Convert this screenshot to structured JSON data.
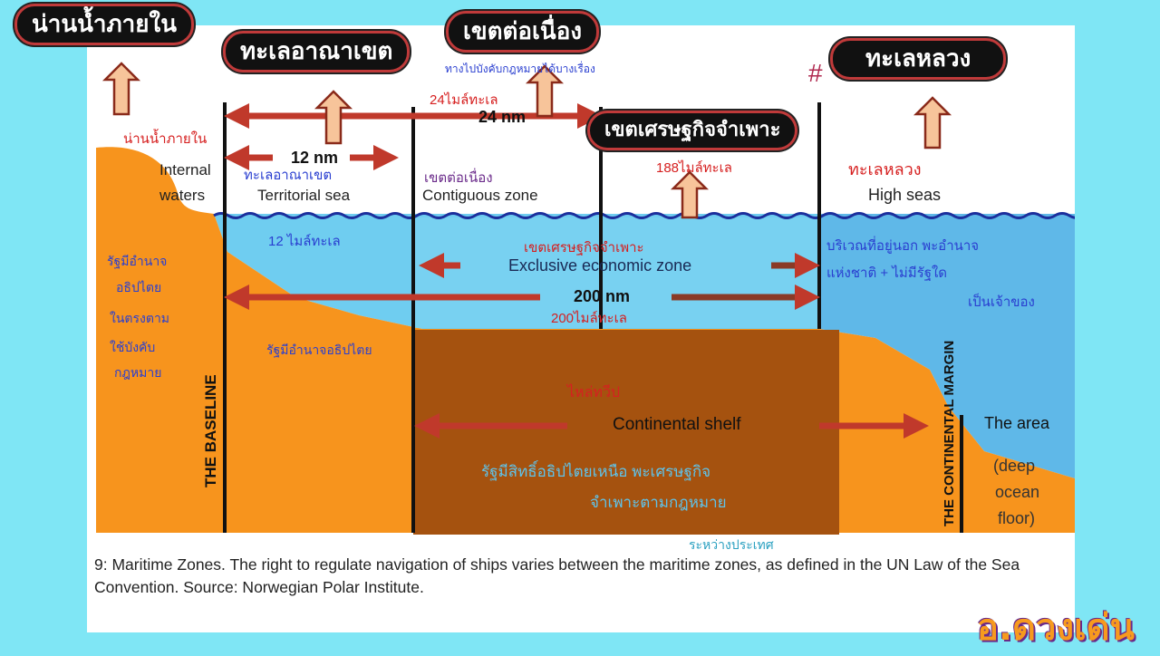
{
  "labels": {
    "internal_thai": "น่านน้ำภายใน",
    "territorial_thai": "ทะเลอาณาเขต",
    "contiguous_thai": "เขตต่อเนื่อง",
    "eez_thai": "เขตเศรษฐกิจจำเพาะ",
    "high_seas_thai": "ทะเลหลวง",
    "internal_waters_line1": "Internal",
    "internal_waters_line2": "waters",
    "territorial_sea": "Territorial sea",
    "contiguous_zone": "Contiguous zone",
    "high_seas": "High seas",
    "eez": "Exclusive economic zone",
    "continental_shelf": "Continental shelf",
    "the_area": "The area",
    "deep_ocean_1": "(deep",
    "deep_ocean_2": "ocean",
    "deep_ocean_3": "floor)",
    "baseline": "THE BASELINE",
    "continental_margin": "THE CONTINENTAL MARGIN",
    "nm_12": "12 nm",
    "nm_24": "24 nm",
    "nm_200": "200 nm"
  },
  "annotations": {
    "a1": "น่านน้ำภายใน",
    "a2": "ทะเลอาณาเขต",
    "a3": "เขตต่อเนื่อง",
    "a4": "24ไมล์ทะเล",
    "a5": "188ไมล์ทะเล",
    "a6": "ทะเลหลวง",
    "a7": "12 ไมล์ทะเล",
    "a8": "เขตเศรษฐกิจจำเพาะ",
    "a9": "200ไมล์ทะเล",
    "a10": "รัฐมีอำนาจอธิปไตย",
    "a11": "ไหล่ทวีป",
    "a12": "รัฐมีสิทธิ์อธิปไตยเหนือ พะเศรษฐกิจ",
    "a13": "จำเพาะตามกฎหมาย",
    "a14": "ระหว่างประเทศ",
    "a15": "บริเวณที่อยู่นอก พะอำนาจ",
    "a16": "แห่งชาติ + ไม่มีรัฐใด",
    "a17": "เป็นเจ้าของ",
    "a18": "รัฐมีอำนาจ",
    "a19": "อธิปไตย",
    "a20": "ในตรงตาม",
    "a21": "ใช้บังคับ",
    "a22": "กฎหมาย",
    "a23": "ทางไปบังคับกฎหมายได้บางเรื่อง",
    "hash": "#"
  },
  "caption": "9: Maritime Zones. The right to regulate navigation of ships varies between the maritime zones, as defined in the UN Law of the Sea Convention. Source: Norwegian Polar Institute.",
  "brand": "อ.ดวงเด่น",
  "colors": {
    "background": "#7fe6f5",
    "land": "#f7941d",
    "shelf": "#a5520f",
    "sea": "#5fc3ea",
    "arrow": "#c0392b",
    "pen_blue": "#2a3fd0",
    "pen_red": "#d62020",
    "pen_purple": "#6a2a8a"
  }
}
